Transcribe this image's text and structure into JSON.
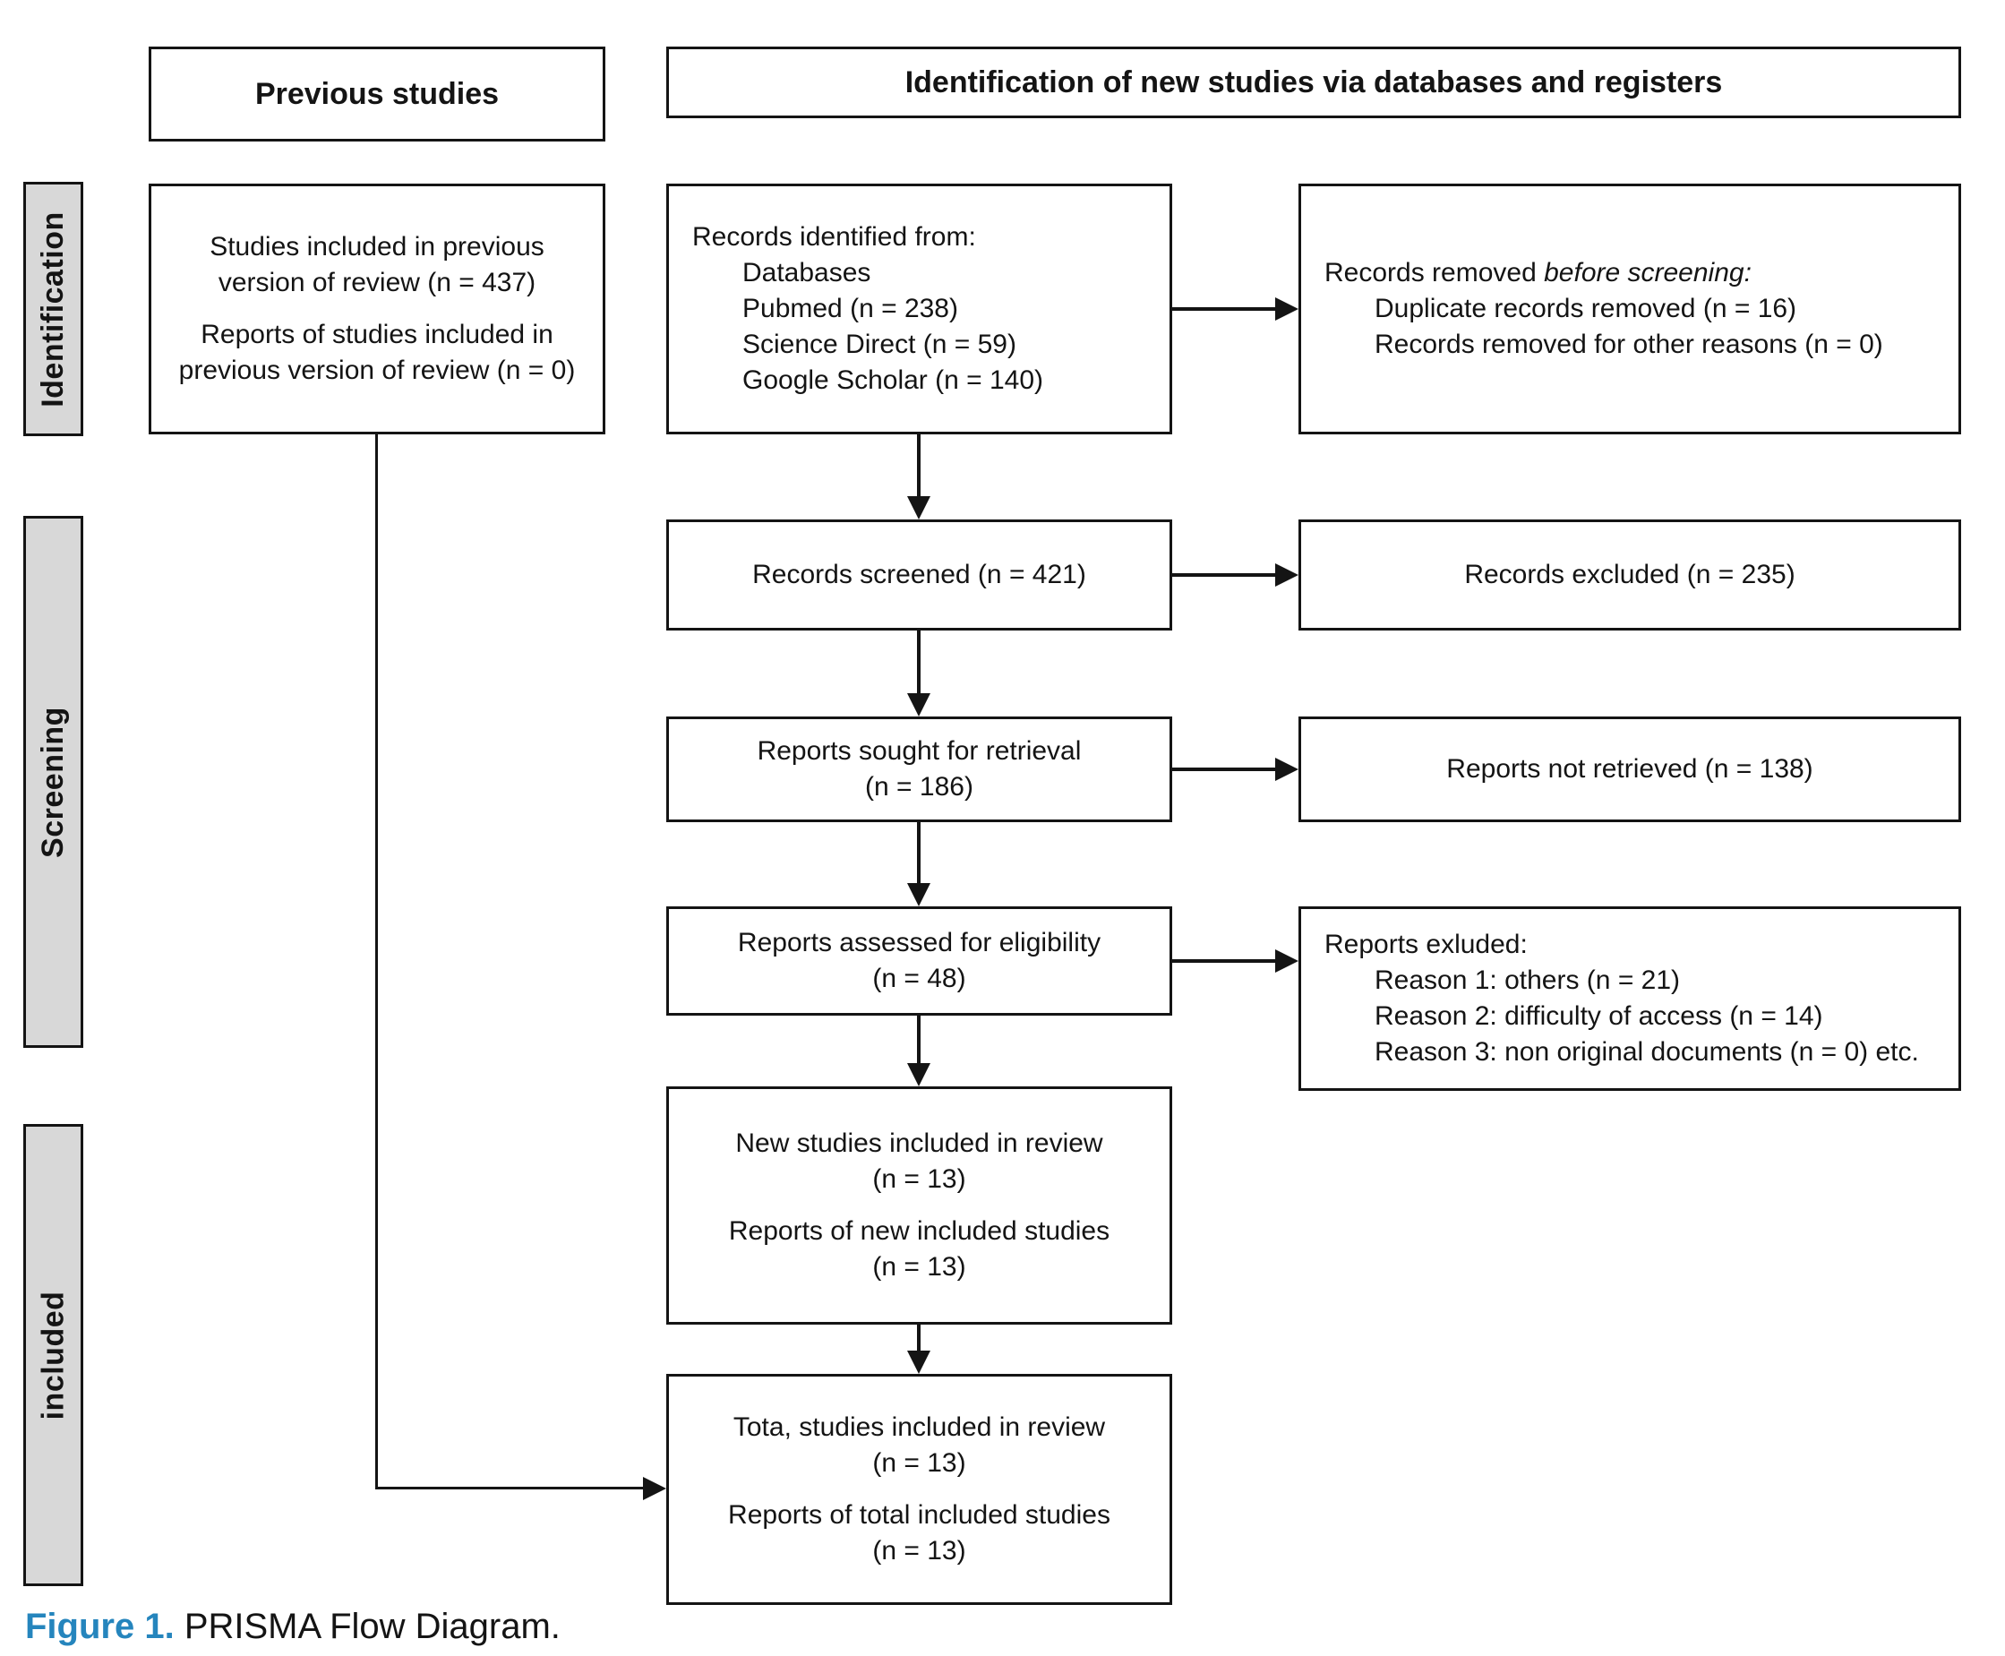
{
  "colors": {
    "figure_label_blue": "#2585bd",
    "sidebar_fill": "#d8d8d8",
    "line_black": "#141414"
  },
  "headers": {
    "previous_studies": "Previous studies",
    "identification_new": "Identification of new studies via databases and registers"
  },
  "sidebar": {
    "identification": "Identification",
    "screening": "Screening",
    "included": "included"
  },
  "previous_column": {
    "included_box": {
      "para1": "Studies included in previous version of review (n = 437)",
      "para2": "Reports of studies included in previous version of review (n = 0)"
    }
  },
  "identification_row": {
    "records_identified": {
      "title": "Records identified from:",
      "items": [
        "Databases",
        "Pubmed (n = 238)",
        "Science Direct (n = 59)",
        "Google Scholar (n = 140)"
      ]
    },
    "records_removed": {
      "title_regular": "Records removed ",
      "title_italic": "before screening:",
      "items": [
        "Duplicate records removed (n = 16)",
        "Records removed for other reasons (n = 0)"
      ]
    }
  },
  "screening_rows": {
    "records_screened": "Records screened (n = 421)",
    "records_excluded": "Records excluded (n = 235)",
    "reports_sought": [
      "Reports sought for retrieval",
      "(n = 186)"
    ],
    "reports_not_retrieved": "Reports not retrieved (n = 138)",
    "reports_assessed": [
      "Reports assessed for eligibility",
      "(n = 48)"
    ],
    "reports_excluded": {
      "title": "Reports exluded:",
      "items": [
        "Reason 1: others (n = 21)",
        "Reason 2: difficulty of access (n = 14)",
        "Reason 3: non original documents (n = 0) etc."
      ]
    }
  },
  "included_rows": {
    "new_studies": {
      "para1": [
        "New studies included in review",
        "(n = 13)"
      ],
      "para2": [
        "Reports of new included studies",
        "(n = 13)"
      ]
    },
    "total_studies": {
      "para1": [
        "Tota, studies included in review",
        "(n = 13)"
      ],
      "para2": [
        "Reports of total included studies",
        "(n = 13)"
      ]
    }
  },
  "caption": {
    "label": "Figure 1.",
    "text": " PRISMA Flow Diagram."
  }
}
